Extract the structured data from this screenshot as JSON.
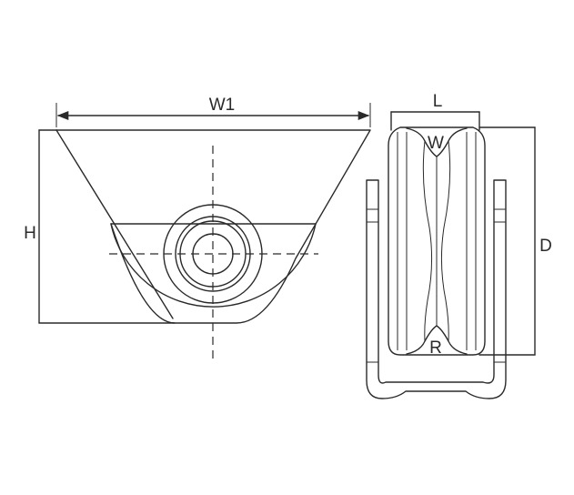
{
  "labels": {
    "w1": "W1",
    "h": "H",
    "l": "L",
    "w": "W",
    "d": "D",
    "r": "R"
  },
  "colors": {
    "line": "#2a2a2a",
    "background": "#ffffff"
  }
}
